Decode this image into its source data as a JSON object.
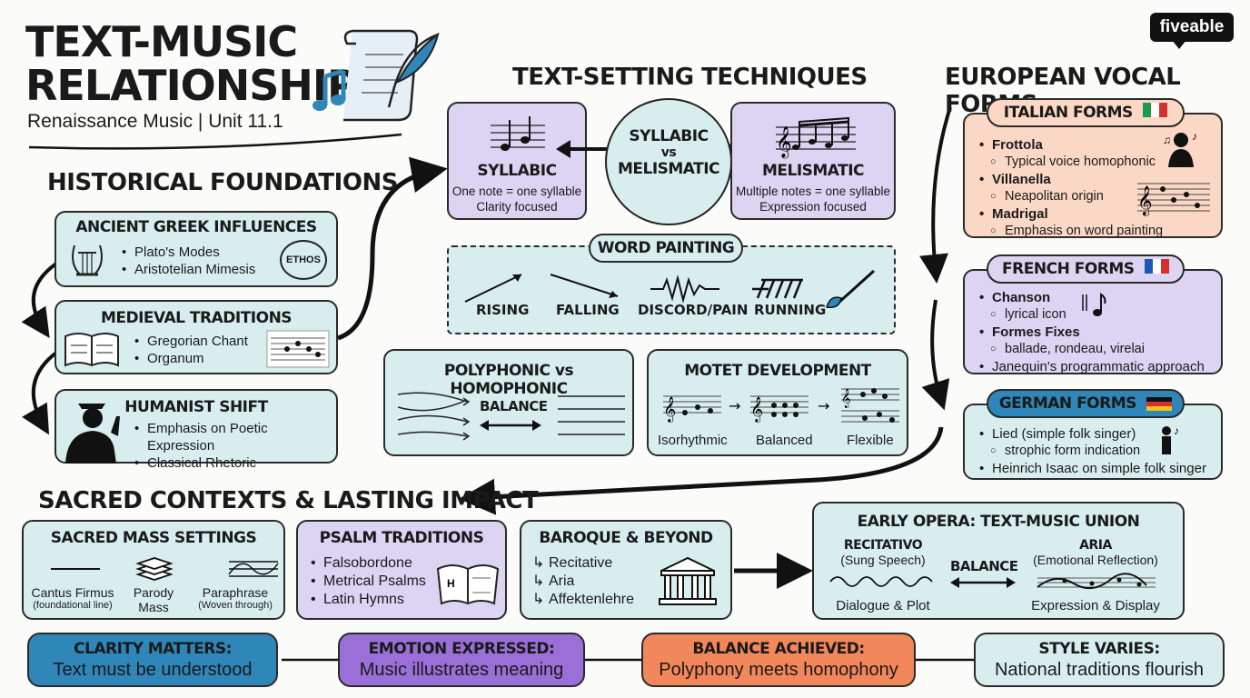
{
  "title": {
    "line1": "TEXT-MUSIC",
    "line2": "RELATIONSHIP",
    "subtitle": "Renaissance Music | Unit 11.1"
  },
  "brand": "fiveable",
  "historical": {
    "heading": "HISTORICAL FOUNDATIONS",
    "greek": {
      "title": "ANCIENT GREEK INFLUENCES",
      "items": [
        "Plato's Modes",
        "Aristotelian Mimesis"
      ],
      "badge": "ETHOS"
    },
    "medieval": {
      "title": "MEDIEVAL TRADITIONS",
      "items": [
        "Gregorian Chant",
        "Organum"
      ]
    },
    "humanist": {
      "title": "HUMANIST SHIFT",
      "items": [
        "Emphasis on Poetic Expression",
        "Classical Rhetoric"
      ]
    }
  },
  "techniques": {
    "heading": "TEXT-SETTING TECHNIQUES",
    "syllabic": {
      "title": "SYLLABIC",
      "line1": "One note = one syllable",
      "line2": "Clarity focused"
    },
    "vs": {
      "line1": "SYLLABIC",
      "line2": "vs",
      "line3": "MELISMATIC"
    },
    "melismatic": {
      "title": "MELISMATIC",
      "line1": "Multiple notes = one syllable",
      "line2": "Expression focused"
    },
    "word_painting": {
      "title": "WORD PAINTING",
      "labels": [
        "RISING",
        "FALLING",
        "DISCORD/PAIN",
        "RUNNING"
      ]
    },
    "poly": {
      "title": "POLYPHONIC vs HOMOPHONIC",
      "balance": "BALANCE"
    },
    "motet": {
      "title": "MOTET DEVELOPMENT",
      "labels": [
        "Isorhythmic",
        "Balanced",
        "Flexible"
      ]
    }
  },
  "european": {
    "heading": "EUROPEAN VOCAL FORMS",
    "italian": {
      "title": "ITALIAN FORMS",
      "items": [
        {
          "text": "Frottola",
          "level": 1
        },
        {
          "text": "Typical voice homophonic",
          "level": 2
        },
        {
          "text": "Villanella",
          "level": 1
        },
        {
          "text": "Neapolitan origin",
          "level": 2
        },
        {
          "text": "Madrigal",
          "level": 1
        },
        {
          "text": "Emphasis on word painting",
          "level": 2
        }
      ]
    },
    "french": {
      "title": "FRENCH FORMS",
      "items": [
        {
          "text": "Chanson",
          "level": 1
        },
        {
          "text": "lyrical icon",
          "level": 2
        },
        {
          "text": "Formes Fixes",
          "level": 1
        },
        {
          "text": "ballade, rondeau, virelai",
          "level": 2
        },
        {
          "text": "Janequin's programmatic approach",
          "level": 1
        }
      ]
    },
    "german": {
      "title": "GERMAN FORMS",
      "items": [
        {
          "text": "Lied  (simple folk singer)",
          "level": 1
        },
        {
          "text": "strophic form indication",
          "level": 2
        },
        {
          "text": "Heinrich Isaac on simple folk singer",
          "level": 1
        }
      ]
    }
  },
  "sacred": {
    "heading": "SACRED CONTEXTS & LASTING IMPACT",
    "mass": {
      "title": "SACRED MASS SETTINGS",
      "cols": [
        {
          "label": "Cantus Firmus",
          "note": "(foundational line)"
        },
        {
          "label": "Parody",
          "note": "Mass"
        },
        {
          "label": "Paraphrase",
          "note": "(Woven through)"
        }
      ]
    },
    "psalm": {
      "title": "PSALM TRADITIONS",
      "items": [
        "Falsobordone",
        "Metrical Psalms",
        "Latin Hymns"
      ]
    },
    "baroque": {
      "title": "BAROQUE & BEYOND",
      "items": [
        "Recitative",
        "Aria",
        "Affektenlehre"
      ]
    },
    "opera": {
      "title": "EARLY OPERA: TEXT-MUSIC UNION",
      "left": {
        "label": "RECITATIVO",
        "sub": "(Sung Speech)",
        "caption": "Dialogue & Plot"
      },
      "balance": "BALANCE",
      "right": {
        "label": "ARIA",
        "sub": "(Emotional Reflection)",
        "caption": "Expression & Display"
      }
    }
  },
  "summary": [
    {
      "title": "CLARITY MATTERS:",
      "text": "Text must be understood",
      "color": "#2f86b8"
    },
    {
      "title": "EMOTION EXPRESSED:",
      "text": "Music illustrates meaning",
      "color": "#9a6fd8"
    },
    {
      "title": "BALANCE ACHIEVED:",
      "text": "Polyphony meets homophony",
      "color": "#f2875c"
    },
    {
      "title": "STYLE VARIES:",
      "text": "National traditions flourish",
      "color": "#d8eeee"
    }
  ],
  "colors": {
    "teal": "#d8eeee",
    "purple": "#ddd3f2",
    "salmon": "#fbd8c6",
    "blue": "#2f86b8",
    "ink": "#1a1a1a"
  }
}
